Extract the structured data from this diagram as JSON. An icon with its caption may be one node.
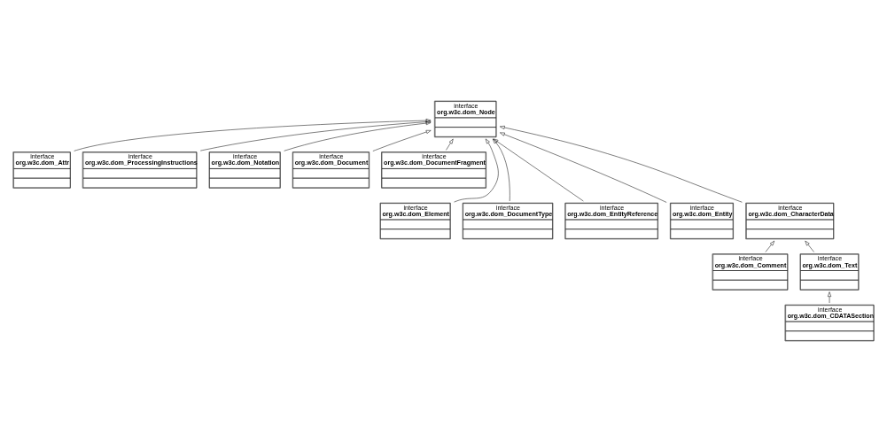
{
  "diagram": {
    "nodes": [
      {
        "text": [
          "interface",
          "org.w3c.dom_Node"
        ]
      },
      {
        "text": [
          "interface",
          "org.w3c.dom_Attr"
        ]
      },
      {
        "text": [
          "interface",
          "org.w3c.dom_ProcessingInstructions"
        ]
      },
      {
        "text": [
          "interface",
          "org.w3c.dom_Notation"
        ]
      },
      {
        "text": [
          "interface",
          "org.w3c.dom_Document"
        ]
      },
      {
        "text": [
          "interface",
          "org.w3c.dom_DocumentFragment"
        ]
      },
      {
        "text": [
          "interface",
          "org.w3c.dom_Element"
        ]
      },
      {
        "text": [
          "interface",
          "org.w3c.dom_DocumentType"
        ]
      },
      {
        "text": [
          "interface",
          "org.w3c.dom_EntityReference"
        ]
      },
      {
        "text": [
          "interface",
          "org.w3c.dom_Entity"
        ]
      },
      {
        "text": [
          "interface",
          "org.w3c.dom_CharacterData"
        ]
      },
      {
        "text": [
          "interface",
          "org.w3c.dom_Comment"
        ]
      },
      {
        "text": [
          "interface",
          "org.w3c.dom_Text"
        ]
      },
      {
        "text": [
          "interface",
          "org.w3c.dom_CDATASection"
        ]
      }
    ],
    "edges": [
      {
        "from": 6,
        "to": 0,
        "arrow": "to"
      },
      {
        "from": 1,
        "to": 0,
        "arrow": "to"
      },
      {
        "from": 7,
        "to": 0,
        "arrow": "to"
      },
      {
        "from": 2,
        "to": 0,
        "arrow": "to"
      },
      {
        "from": 8,
        "to": 0,
        "arrow": "to"
      },
      {
        "from": 3,
        "to": 0,
        "arrow": "to"
      },
      {
        "from": 9,
        "to": 0,
        "arrow": "to"
      },
      {
        "from": 4,
        "to": 0,
        "arrow": "to"
      },
      {
        "from": 10,
        "to": 0,
        "arrow": "to"
      },
      {
        "from": 5,
        "to": 0,
        "arrow": "to"
      },
      {
        "from": 11,
        "to": 10,
        "arrow": "to"
      },
      {
        "from": 12,
        "to": 10,
        "arrow": "to"
      },
      {
        "from": 13,
        "to": 12,
        "arrow": "to"
      }
    ]
  }
}
